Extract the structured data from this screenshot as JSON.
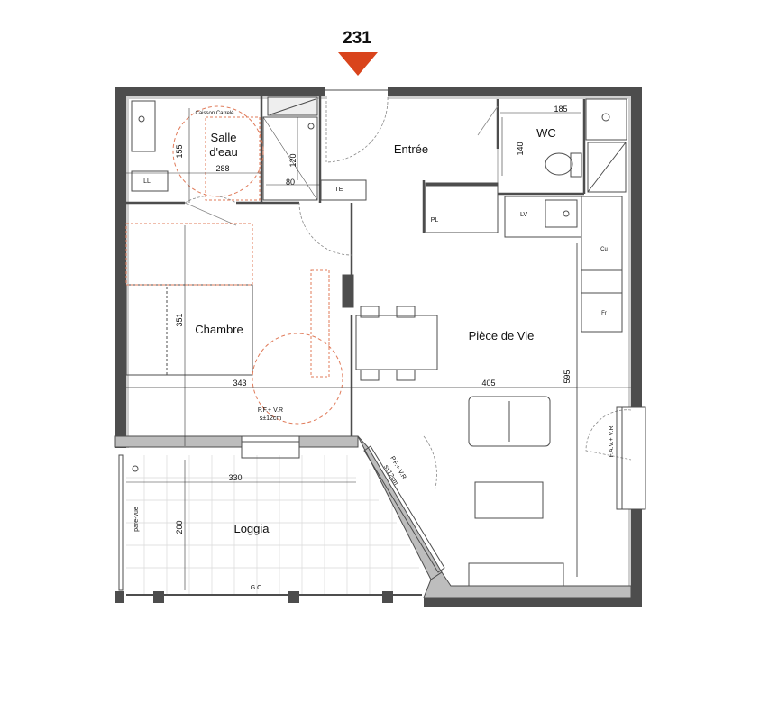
{
  "plan": {
    "unit_number": "231",
    "colors": {
      "wall": "#4d4d4d",
      "wall_light": "#bdbdbd",
      "accent": "#d9441c",
      "circle": "#e07b5a",
      "grid": "#d8d8d8"
    },
    "rooms": {
      "salle_deau_line1": "Salle",
      "salle_deau_line2": "d'eau",
      "entree": "Entrée",
      "wc": "WC",
      "chambre": "Chambre",
      "piece_de_vie": "Pièce de Vie",
      "loggia": "Loggia"
    },
    "dimensions": {
      "d185": "185",
      "d140": "140",
      "d155": "155",
      "d288": "288",
      "d120": "120",
      "d80": "80",
      "d351": "351",
      "d343": "343",
      "d405": "405",
      "d595": "595",
      "d330": "330",
      "d200": "200"
    },
    "labels": {
      "caisson": "Caisson Carrelé",
      "ll": "LL",
      "te": "TE",
      "pl": "PL",
      "lv": "LV",
      "cu": "Cu",
      "fr": "Fr",
      "pf_vr_1": "P.F.+ V.R",
      "pf_vr_2": "s±12cm",
      "pf_diag": "P.F.+ V.R",
      "pf_diag_2": "s±12cm",
      "fav_vr": "F.A.V.+ V.R",
      "pare_vue": "pare-vue",
      "gc": "G.C"
    }
  }
}
